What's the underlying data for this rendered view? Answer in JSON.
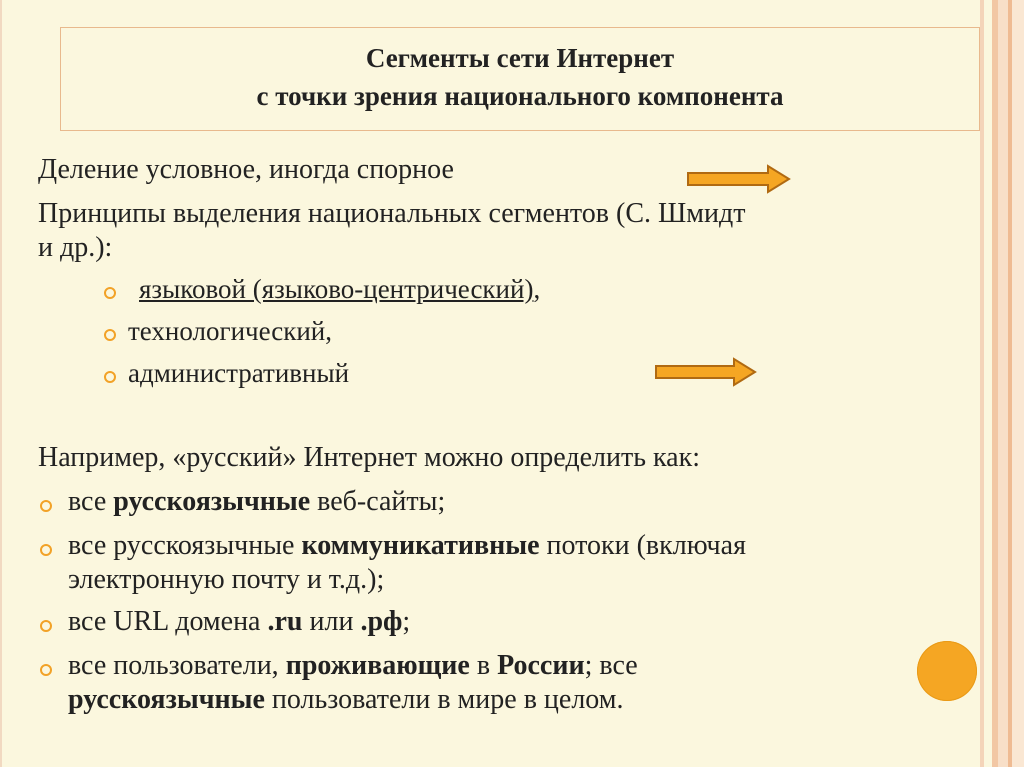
{
  "title": {
    "line1": "Сегменты сети Интернет",
    "line2": "с точки зрения национального компонента"
  },
  "intro": {
    "line1": "Деление условное, иногда спорное",
    "line2a": "Принципы выделения национальных сегментов (С. Шмидт",
    "line2b": "и др.):"
  },
  "principles": [
    {
      "text": "языковой (языково-центрический)",
      "suffix": ","
    },
    {
      "text": "технологический,"
    },
    {
      "text": "административный"
    }
  ],
  "example": {
    "heading": "Например, «русский» Интернет можно определить как:",
    "items": [
      {
        "pre": "все ",
        "bold": "русскоязычные",
        "post": " веб-сайты;"
      },
      {
        "pre": "все русскоязычные ",
        "bold": "коммуникативные",
        "post": " потоки (включая",
        "line2": "электронную почту и т.д.);"
      },
      {
        "pre": "все URL домена ",
        "bold": ".ru",
        "mid": " или ",
        "bold2": ".рф",
        "post": ";"
      },
      {
        "pre": "все пользователи, ",
        "bold": "проживающие",
        "mid": " в ",
        "bold2": "России",
        "post": "; все",
        "line2_bold": "русскоязычные",
        "line2_post": " пользователи в мире в целом."
      }
    ]
  },
  "colors": {
    "background": "#fbf7de",
    "accent": "#f5a623",
    "frame": "#e8b98d"
  }
}
